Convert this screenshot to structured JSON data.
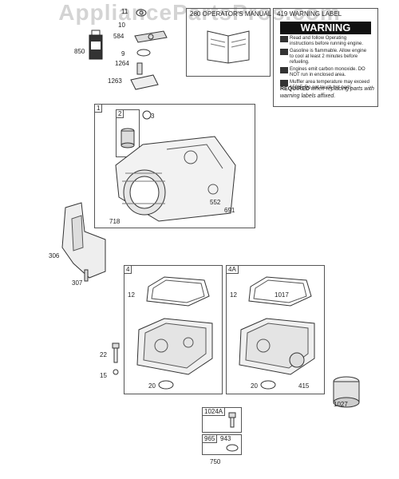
{
  "watermark": "AppliancePartsPros.com",
  "manual_box": {
    "number": "280",
    "title": "OPERATOR'S MANUAL"
  },
  "warning_box": {
    "number": "419",
    "title": "WARNING LABEL",
    "banner": "WARNING",
    "lines": [
      "Read and follow Operating instructions before running engine.",
      "Gasoline is flammable. Allow engine to cool at least 2 minutes before refueling.",
      "Engines emit carbon monoxide. DO NOT run in enclosed area.",
      "Muffler area temperature may exceed 150°F. Do not touch hot parts."
    ],
    "required_bold": "REQUIRED",
    "required_text": " when replacing parts with warning labels affixed."
  },
  "top_callouts": {
    "c11": "11",
    "c10": "10",
    "c584": "584",
    "c9": "9",
    "c850": "850",
    "c1264": "1264",
    "c1263": "1263"
  },
  "cylinder_box": {
    "number": "1",
    "sub": "2",
    "c3": "3",
    "c718": "718",
    "c552": "552",
    "c691": "691"
  },
  "side_callouts": {
    "c306": "306",
    "c307": "307",
    "c22": "22",
    "c15": "15"
  },
  "sump_box_4": {
    "number": "4",
    "c12": "12",
    "c20": "20"
  },
  "sump_box_4a": {
    "number": "4A",
    "c12": "12",
    "c1017": "1017",
    "c20": "20",
    "c415": "415"
  },
  "bottom": {
    "c1027": "1027",
    "k1024a": "1024A",
    "k965": "965",
    "k943": "943",
    "c750": "750"
  }
}
